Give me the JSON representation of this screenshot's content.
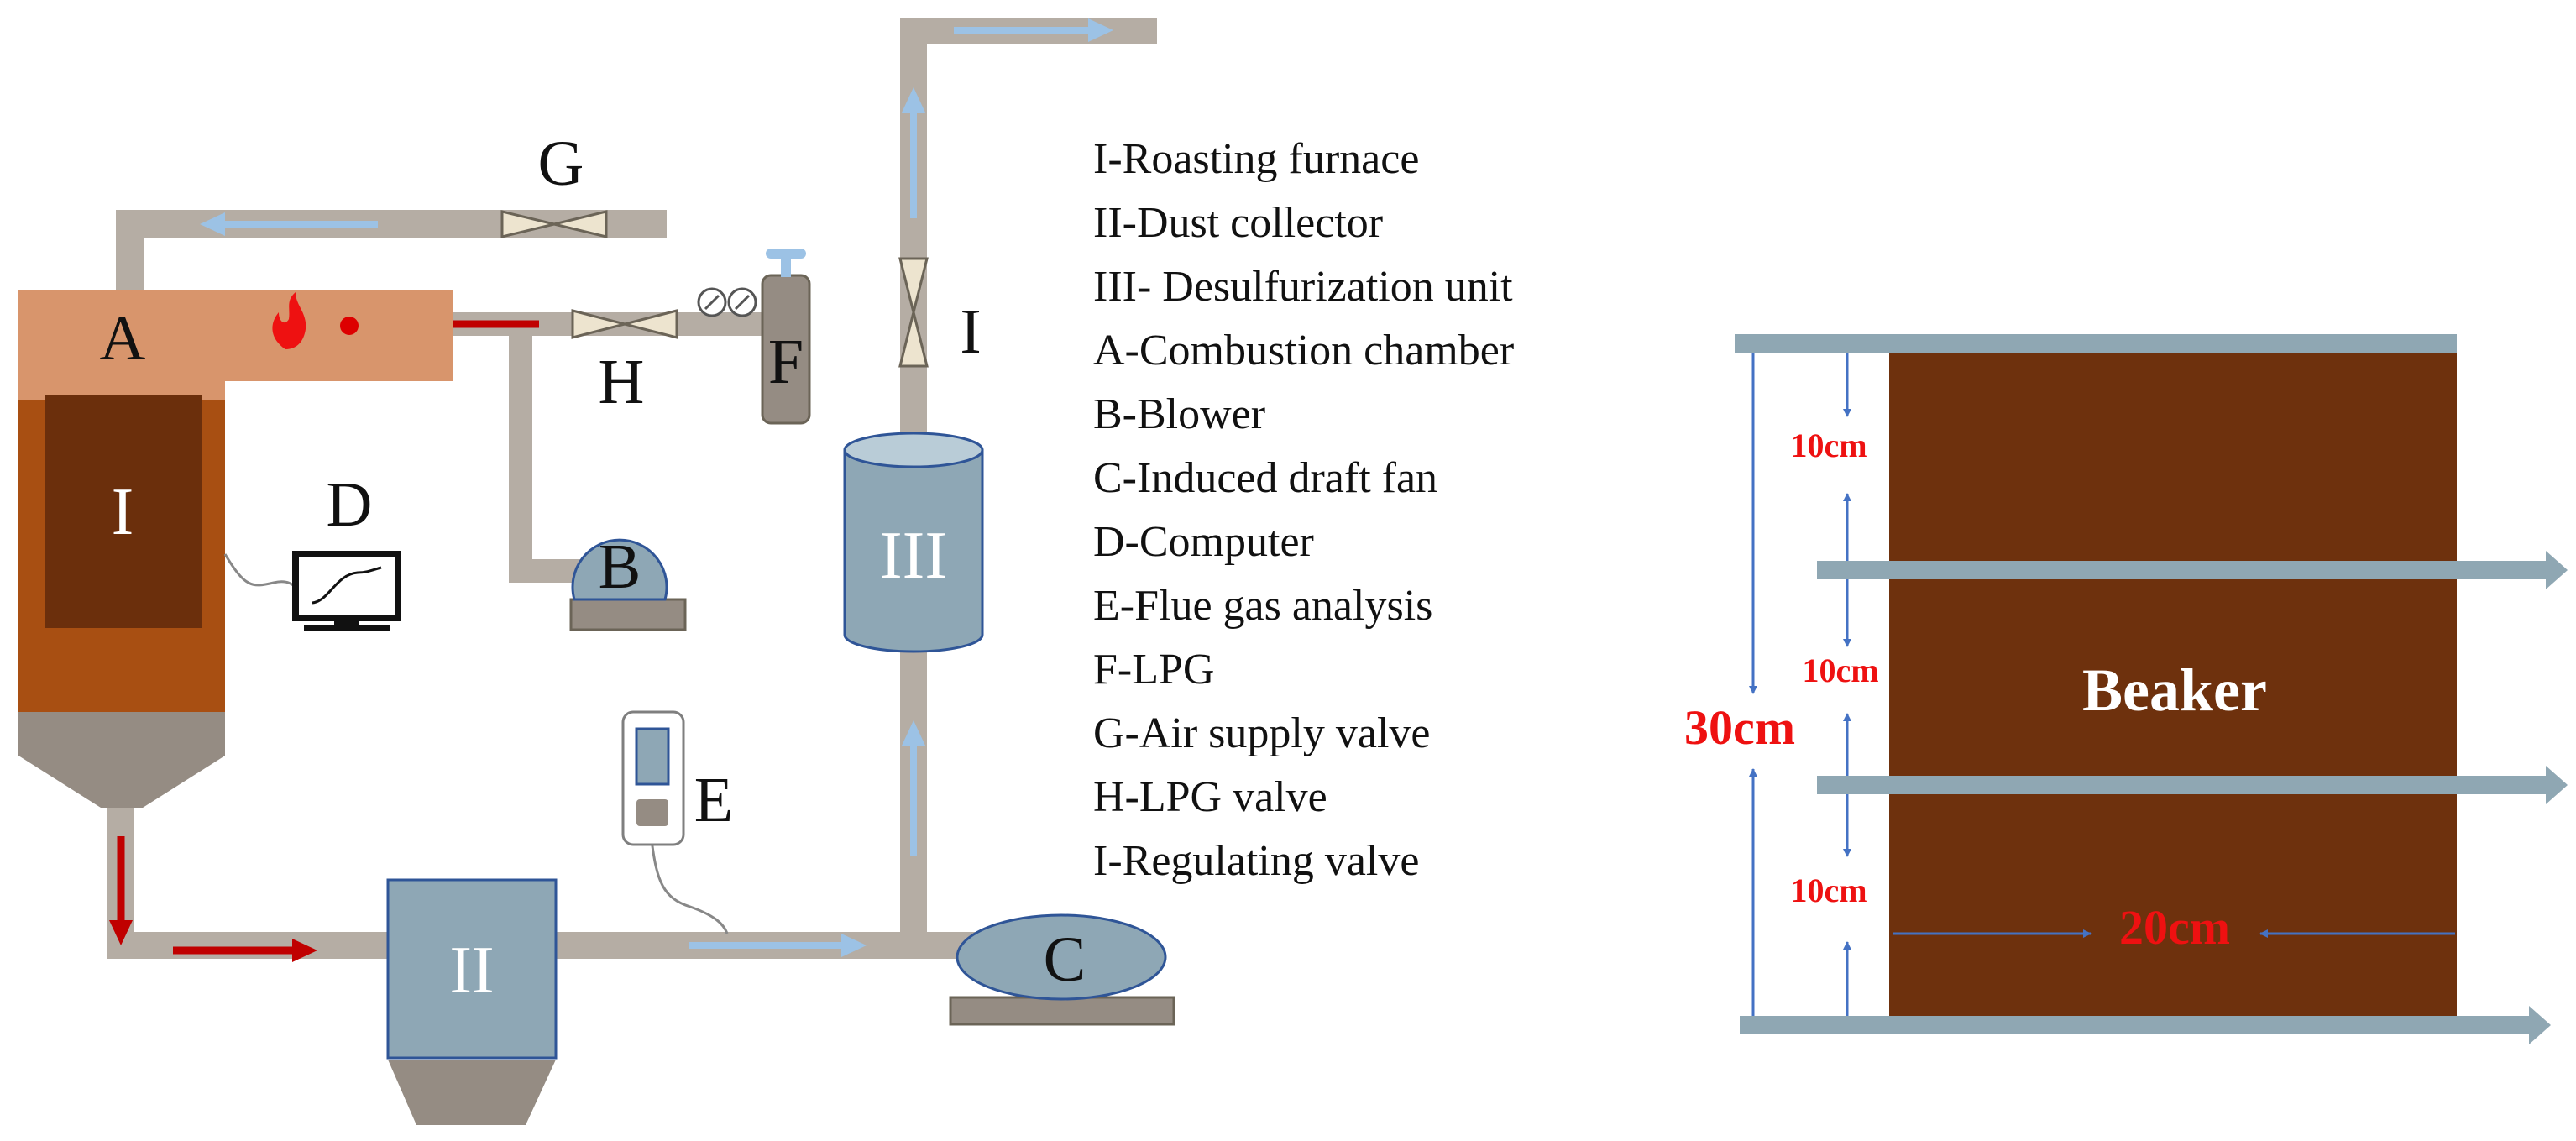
{
  "process": {
    "labels": {
      "G": "G",
      "A": "A",
      "H": "H",
      "F": "F",
      "I_valve": "I",
      "B": "B",
      "C": "C",
      "D": "D",
      "E": "E",
      "furnace": "I",
      "dust": "II",
      "desulf": "III"
    },
    "legend": [
      "I-Roasting furnace",
      "II-Dust collector",
      "III- Desulfurization unit",
      "A-Combustion chamber",
      "B-Blower",
      "C-Induced draft fan",
      "D-Computer",
      "E-Flue gas analysis",
      "F-LPG",
      "G-Air supply valve",
      "H-LPG valve",
      "I-Regulating valve"
    ]
  },
  "beaker": {
    "label": "Beaker",
    "dims": {
      "gap1": "10cm",
      "gap2": "10cm",
      "gap3": "10cm",
      "height": "30cm",
      "width": "20cm"
    }
  },
  "colors": {
    "pipe": "#b5ada4",
    "flow_arrow_blue": "#9cc2e5",
    "flow_arrow_red": "#c00000",
    "chamber": "#d8956c",
    "furnace_body": "#a84f12",
    "furnace_core": "#6b2f0c",
    "hopper": "#958c83",
    "equipment_blue": "#8ea7b5",
    "beaker_fill": "#6e310d",
    "rod": "#8fa7b3",
    "dimension_line": "#4472c4",
    "dimension_text": "#ee1111"
  }
}
